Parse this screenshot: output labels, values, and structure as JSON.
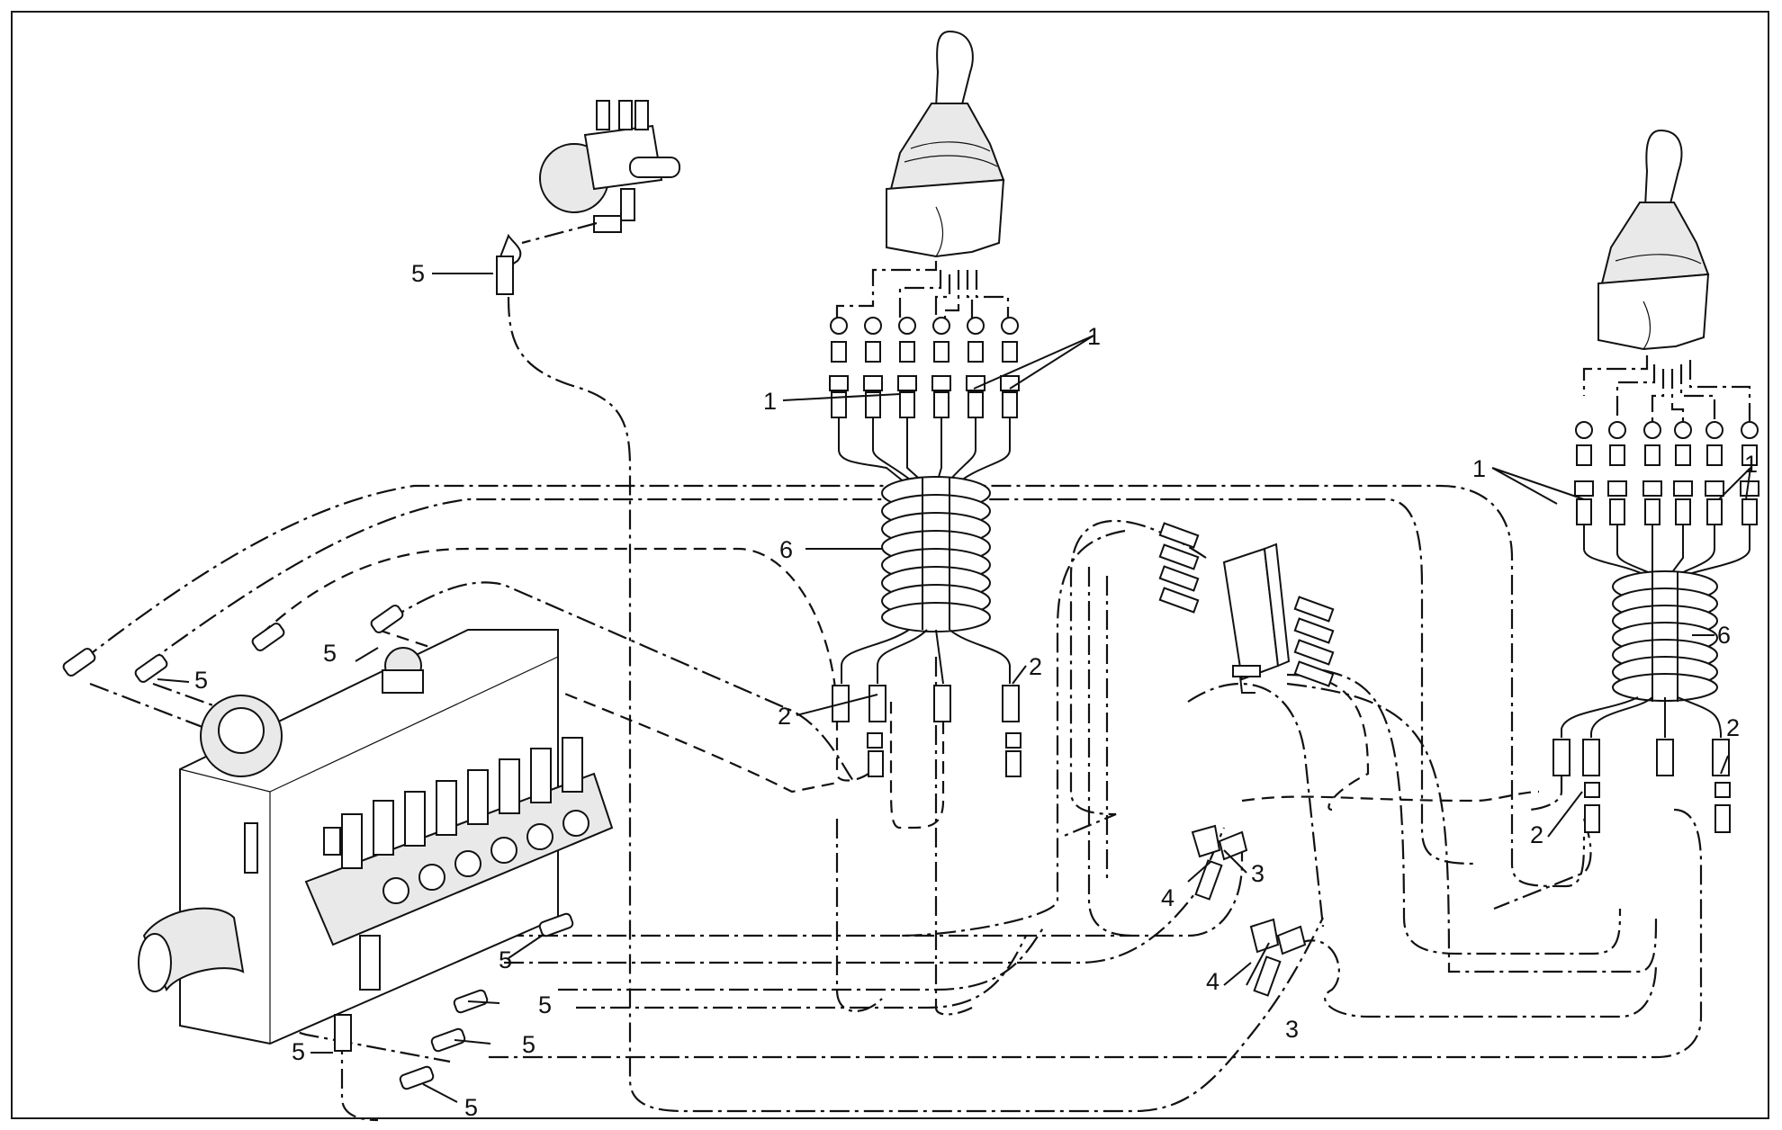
{
  "diagram": {
    "callouts": [
      "1",
      "2",
      "3",
      "4",
      "5",
      "6"
    ]
  }
}
